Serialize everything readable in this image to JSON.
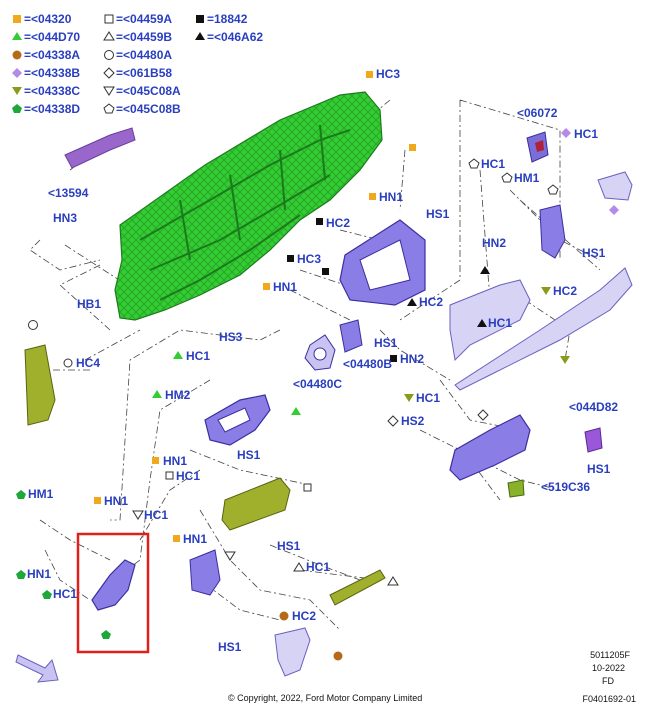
{
  "legend": [
    {
      "symbol": "square-orange",
      "text": "=<04320"
    },
    {
      "symbol": "square-open",
      "text": "=<04459A"
    },
    {
      "symbol": "square-black",
      "text": "=18842"
    },
    {
      "symbol": "triangle-green",
      "text": "=<044D70"
    },
    {
      "symbol": "triangle-open",
      "text": "=<04459B"
    },
    {
      "symbol": "triangle-black",
      "text": "=<046A62"
    },
    {
      "symbol": "circle-brown",
      "text": "=<04338A"
    },
    {
      "symbol": "circle-open",
      "text": "=<04480A"
    },
    {
      "symbol": "diamond-purple",
      "text": "=<04338B"
    },
    {
      "symbol": "diamond-open",
      "text": "=<061B58"
    },
    {
      "symbol": "triangle-down-olive",
      "text": "=<04338C"
    },
    {
      "symbol": "triangle-down-open",
      "text": "=<045C08A"
    },
    {
      "symbol": "pentagon-green",
      "text": "=<04338D"
    },
    {
      "symbol": "pentagon-open",
      "text": "=<045C08B"
    }
  ],
  "labels": {
    "hc3_top": "HC3",
    "p06072": "<06072",
    "hc1_tr": "HC1",
    "p13594": "<13594",
    "hc1_r1": "HC1",
    "hm1_r": "HM1",
    "hn1_mid": "HN1",
    "hs1_mid": "HS1",
    "hn3": "HN3",
    "hc2_mid": "HC2",
    "hn2_r": "HN2",
    "hc3_mid": "HC3",
    "hs1_r": "HS1",
    "hn1_l": "HN1",
    "hc2_r": "HC2",
    "hb1": "HB1",
    "hc2_c": "HC2",
    "hc1_c": "HC1",
    "p04480b": "<04480B",
    "hs1_c": "HS1",
    "hn2_c": "HN2",
    "hc4": "HC4",
    "hs3": "HS3",
    "p04480c": "<04480C",
    "hc1_l2": "HC1",
    "hc1_c2": "HC1",
    "hm2": "HM2",
    "p044d82": "<044D82",
    "hs2": "HS2",
    "hn1_l2": "HN1",
    "hs1_l": "HS1",
    "hs1_r2": "HS1",
    "hc1_l3": "HC1",
    "p519c36": "<519C36",
    "hm1_l": "HM1",
    "hn1_l3": "HN1",
    "hc1_l4": "HC1",
    "hn1_l4": "HN1",
    "hs1_b": "HS1",
    "hn1_bl": "HN1",
    "hc1_b": "HC1",
    "hc1_bl": "HC1",
    "hc2_b": "HC2",
    "hs1_bb": "HS1"
  },
  "footer": {
    "copyright": "© Copyright, 2022, Ford Motor Company Limited",
    "code1": "5011205F",
    "code2": "10-2022",
    "code3": "FD",
    "code4": "F0401692-01"
  },
  "colors": {
    "label": "#2a3fbf",
    "frame": "#33cc33",
    "part": "#7a6fd8",
    "olive": "#9aa81c",
    "highlight": "#e0201b",
    "orange": "#f2a81c",
    "purple": "#b38ae8",
    "brown": "#b56a1a",
    "green": "#33cc33"
  }
}
